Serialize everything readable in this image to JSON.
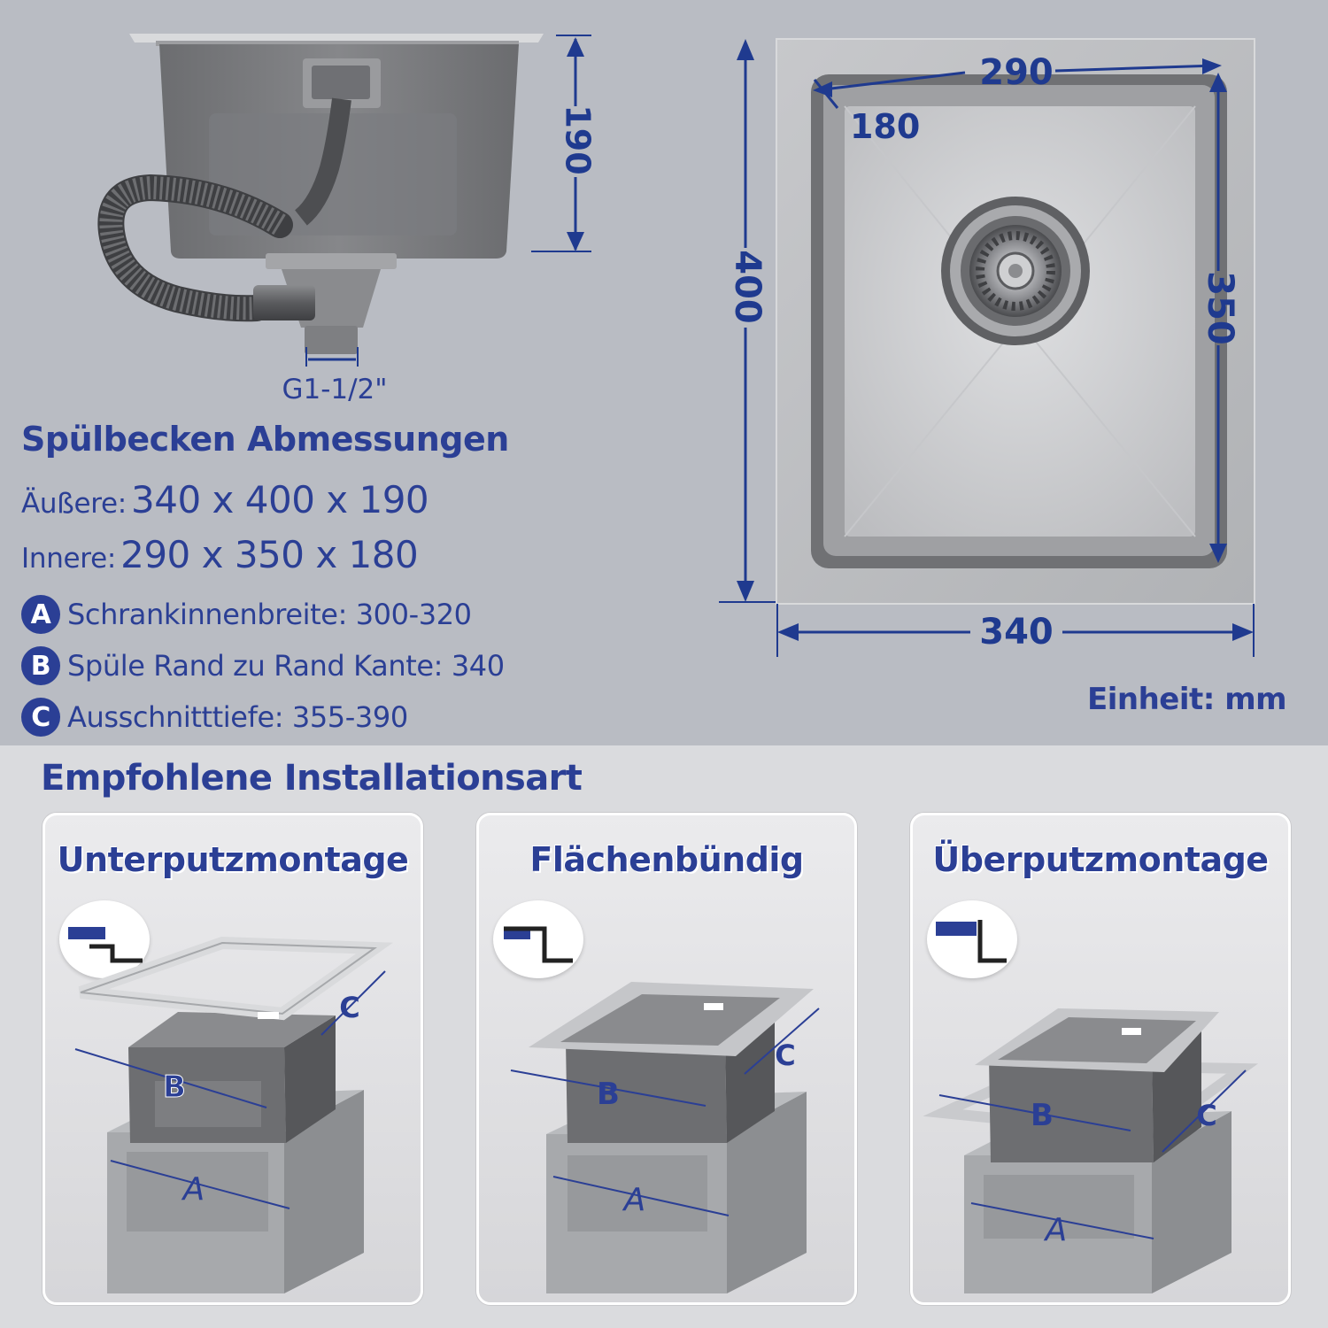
{
  "side_view": {
    "height_label": "190",
    "drain_label": "G1-1/2\""
  },
  "top_view": {
    "inner_width_label": "290",
    "inner_depth_label": "180",
    "inner_length_label": "350",
    "outer_length_label": "400",
    "outer_width_label": "340"
  },
  "specs": {
    "title": "Spülbecken Abmessungen",
    "outer_label": "Äußere:",
    "outer_value": "340 x 400 x 190",
    "inner_label": "Innere:",
    "inner_value": "290 x 350 x 180",
    "items": [
      {
        "badge": "A",
        "text": "Schrankinnenbreite: 300-320"
      },
      {
        "badge": "B",
        "text": "Spüle Rand zu Rand Kante: 340"
      },
      {
        "badge": "C",
        "text": "Ausschnitttiefe: 355-390"
      }
    ],
    "unit": "Einheit: mm"
  },
  "installation": {
    "title": "Empfohlene Installationsart",
    "cards": [
      {
        "title": "Unterputzmontage",
        "icon": "undermount-icon",
        "label_a": "A",
        "label_b": "B",
        "label_c": "C"
      },
      {
        "title": "Flächenbündig",
        "icon": "flush-mount-icon",
        "label_a": "A",
        "label_b": "B",
        "label_c": "C"
      },
      {
        "title": "Überputzmontage",
        "icon": "topmount-icon",
        "label_a": "A",
        "label_b": "B",
        "label_c": "C"
      }
    ]
  },
  "colors": {
    "accent": "#2b3f95",
    "top_background": "#b9bcc3",
    "bottom_background": "#dadbde",
    "steel": "#c4c6ca"
  }
}
